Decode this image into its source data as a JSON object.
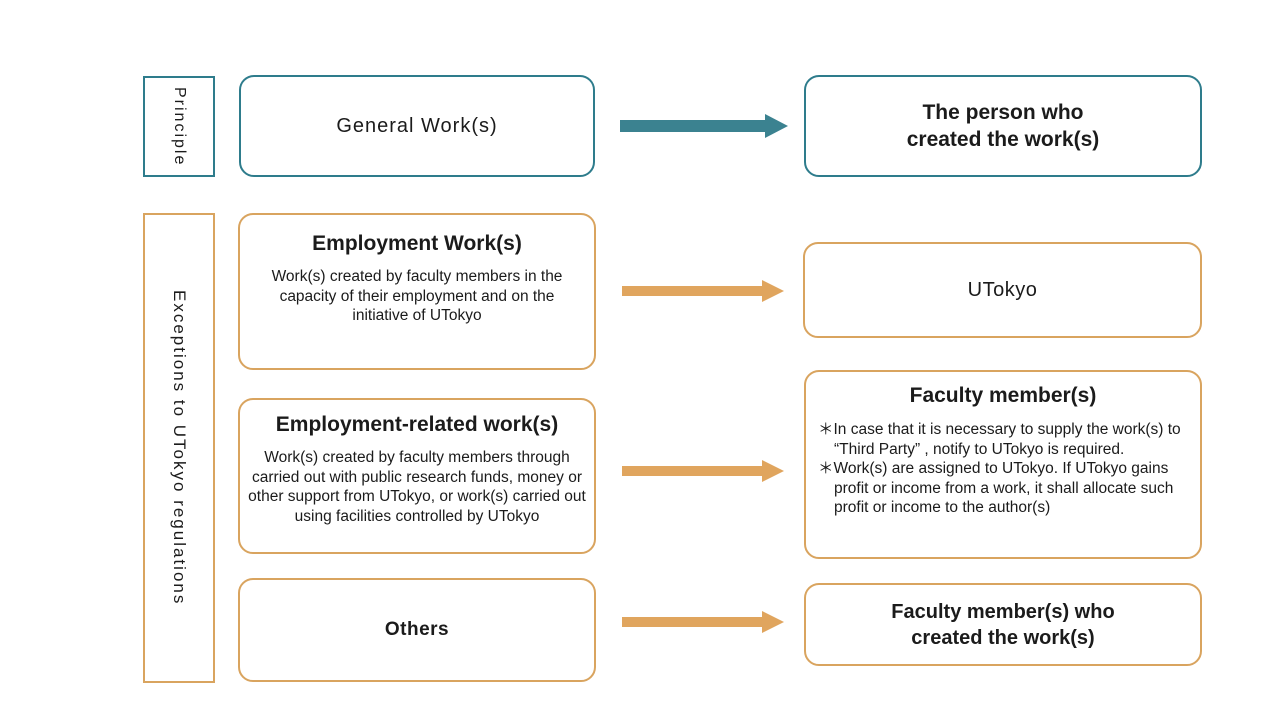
{
  "colors": {
    "teal_border": "#2e7c8c",
    "teal_arrow": "#3b8290",
    "orange_border": "#d9a45f",
    "orange_arrow": "#e0a55e",
    "text": "#1b1b1b",
    "background": "#ffffff"
  },
  "principle": {
    "side_label": "Principle",
    "general_box": {
      "title": "General Work(s)"
    },
    "person_box": {
      "line1": "The person who",
      "line2": "created the work(s)"
    }
  },
  "exceptions": {
    "side_label": "Exceptions to UTokyo regulations",
    "employment_row": {
      "left": {
        "title": "Employment Work(s)",
        "body": "Work(s) created by faculty members in the capacity of their employment and on the initiative of UTokyo"
      },
      "right": {
        "title": "UTokyo"
      }
    },
    "related_row": {
      "left": {
        "title": "Employment-related work(s)",
        "body": "Work(s) created by faculty members through carried out with public research funds, money or other support from UTokyo, or work(s) carried out using facilities controlled by UTokyo"
      },
      "right": {
        "title": "Faculty member(s)",
        "bullets": [
          "＊In case that it is necessary to supply the work(s) to “Third Party” , notify to UTokyo is required.",
          "＊Work(s) are assigned to UTokyo. If UTokyo gains profit or income from a work, it shall allocate such profit or income to the author(s)"
        ]
      }
    },
    "others_row": {
      "left": {
        "title": "Others"
      },
      "right": {
        "line1": "Faculty member(s) who",
        "line2": "created the work(s)"
      }
    }
  }
}
